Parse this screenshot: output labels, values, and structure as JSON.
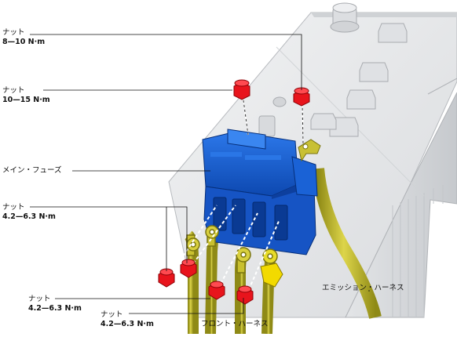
{
  "labels": {
    "nut_top": {
      "name": "ナット",
      "torque": "8—10 N·m"
    },
    "nut_upper": {
      "name": "ナット",
      "torque": "10—15 N·m"
    },
    "main_fuse": "メイン・フューズ",
    "nut_left": {
      "name": "ナット",
      "torque": "4.2—6.3 N·m"
    },
    "nut_lower_left": {
      "name": "ナット",
      "torque": "4.2—6.3 N·m"
    },
    "nut_bottom": {
      "name": "ナット",
      "torque": "4.2—6.3 N·m"
    },
    "emission_harness": "エミッション・ハーネス",
    "front_harness": "フロント・ハーネス"
  },
  "colors": {
    "battery": "#e4e6e8",
    "battery_shade": "#c9ccd0",
    "fuse_blue": "#1a5fd0",
    "fuse_dark": "#0b3f9a",
    "nut_red": "#e8141c",
    "cable_yellow": "#d4cc36",
    "cable_dark": "#9a9418",
    "terminal_yellow": "#f0d800"
  }
}
